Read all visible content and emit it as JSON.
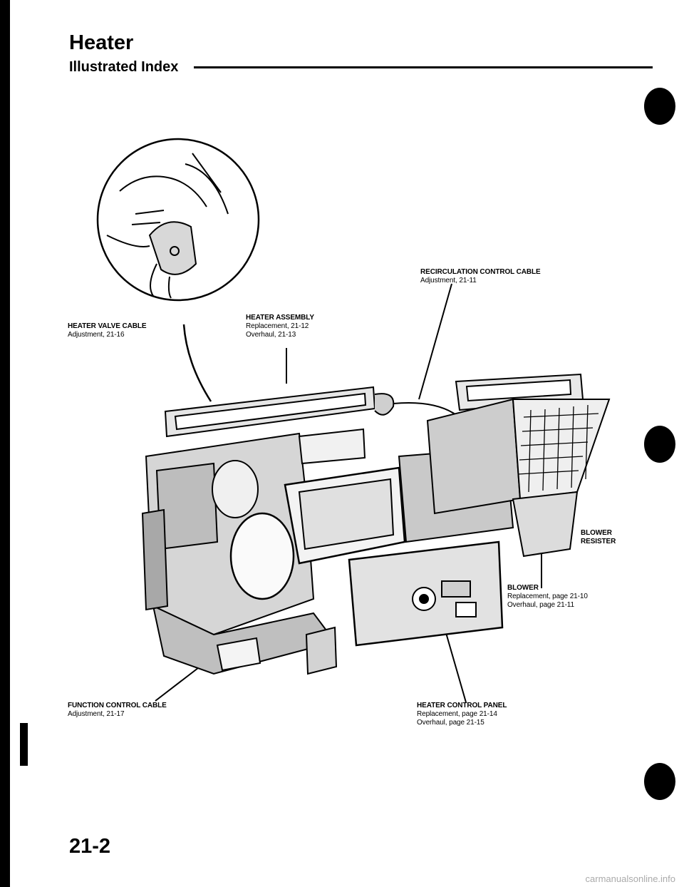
{
  "header": {
    "title": "Heater",
    "subtitle": "Illustrated Index"
  },
  "callouts": {
    "recirc": {
      "name": "RECIRCULATION CONTROL CABLE",
      "lines": [
        "Adjustment, 21-11"
      ]
    },
    "valve": {
      "name": "HEATER VALVE CABLE",
      "lines": [
        "Adjustment, 21-16"
      ]
    },
    "assembly": {
      "name": "HEATER ASSEMBLY",
      "lines": [
        "Replacement, 21-12",
        "Overhaul, 21-13"
      ]
    },
    "resister": {
      "name": "BLOWER",
      "lines": [
        "RESISTER"
      ]
    },
    "blower": {
      "name": "BLOWER",
      "lines": [
        "Replacement, page 21-10",
        "Overhaul, page 21-11"
      ]
    },
    "function": {
      "name": "FUNCTION CONTROL CABLE",
      "lines": [
        "Adjustment, 21-17"
      ]
    },
    "panel": {
      "name": "HEATER CONTROL PANEL",
      "lines": [
        "Replacement, page 21-14",
        "Overhaul, page 21-15"
      ]
    }
  },
  "footer": {
    "page_number": "21-2",
    "watermark": "carmanualsonline.info"
  }
}
